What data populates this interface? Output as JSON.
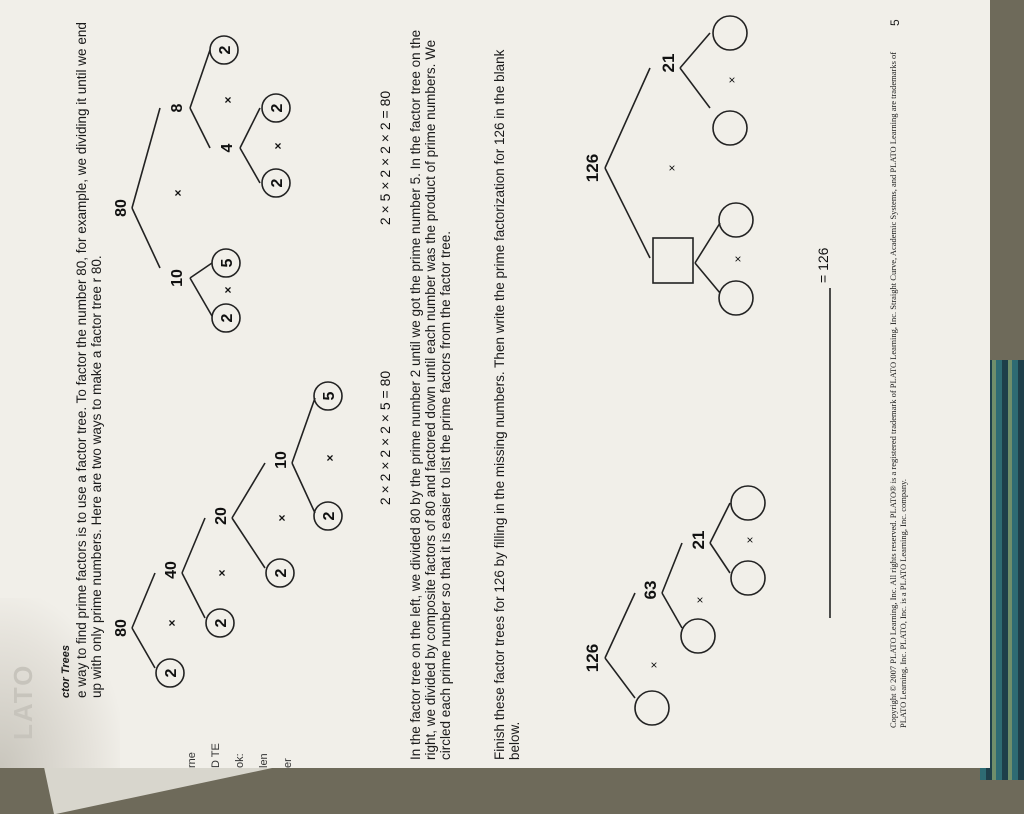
{
  "header": {
    "logo": "LATO",
    "title": "ctor Trees",
    "intro": "e way to find prime factors is to use a factor tree. To factor the number 80, for example, we dividing it until we end up with only prime numbers. Here are two ways to make a factor tree r 80."
  },
  "side_tabs": [
    "rne",
    "D TE",
    "ok:",
    "len",
    "er"
  ],
  "tree_left": {
    "root": "80",
    "row1": [
      "2",
      "×",
      "40"
    ],
    "row2": [
      "2",
      "×",
      "20"
    ],
    "row3": [
      "2",
      "×",
      "10"
    ],
    "row4": [
      "2",
      "×",
      "5"
    ],
    "equation": "2 × 2 × 2 × 2 × 5 = 80"
  },
  "tree_right": {
    "root": "80",
    "row1": [
      "10",
      "×",
      "8"
    ],
    "row2_left": [
      "2",
      "×",
      "5"
    ],
    "row2_right": [
      "4",
      "×",
      "2"
    ],
    "row3": [
      "2",
      "×",
      "2"
    ],
    "equation": "2 × 5 × 2 × 2 × 2 = 80"
  },
  "explanation": "In the factor tree on the left, we divided 80 by the prime number 2 until we got the prime number 5. In the factor tree on the right, we divided by composite factors of 80 and factored down until each number was the product of prime numbers. We circled each prime number so that it is easier to list the prime factors from the factor tree.",
  "instruction": "Finish these factor trees for 126 by filling in the missing numbers. Then write the prime factorization for 126 in the blank below.",
  "exercise_left": {
    "root": "126",
    "row1": [
      "×",
      "63"
    ],
    "row2": [
      "×",
      "21"
    ],
    "row3": [
      "×"
    ]
  },
  "exercise_right": {
    "root": "126",
    "row1": [
      "×",
      "21"
    ],
    "row2": [
      "×",
      "×"
    ]
  },
  "answer_suffix": "= 126",
  "footer": {
    "copyright": "Copyright © 2007 PLATO Learning, Inc. All rights reserved. PLATO® is a registered trademark of PLATO Learning, Inc. Straight Curve, Academic Systems, and PLATO Learning are trademarks of PLATO Learning, Inc. PLATO, Inc. is a PLATO Learning, Inc. company.",
    "page_number": "5"
  }
}
